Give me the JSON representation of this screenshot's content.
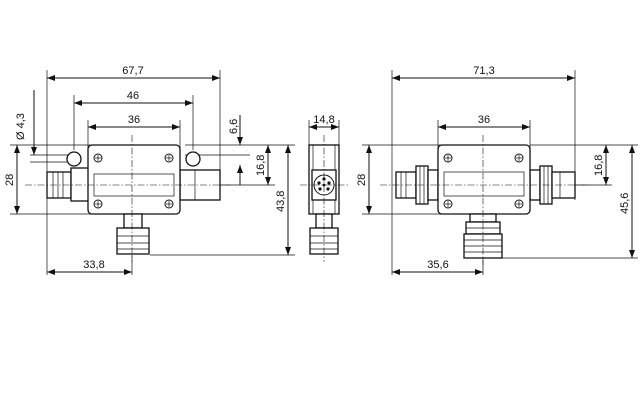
{
  "drawing": {
    "left_view": {
      "overall_width": "67,7",
      "hole_spacing": "46",
      "body_width": "36",
      "hole_dia": "Ø 4,3",
      "offset_top": "6,6",
      "height": "28",
      "center_height": "16,8",
      "overall_height": "43,8",
      "connector_offset": "33,8"
    },
    "side_view": {
      "width": "14,8"
    },
    "right_view": {
      "overall_width": "71,3",
      "body_width": "36",
      "height": "28",
      "center_height": "16,8",
      "overall_height": "45,6",
      "connector_offset": "35,6"
    }
  }
}
